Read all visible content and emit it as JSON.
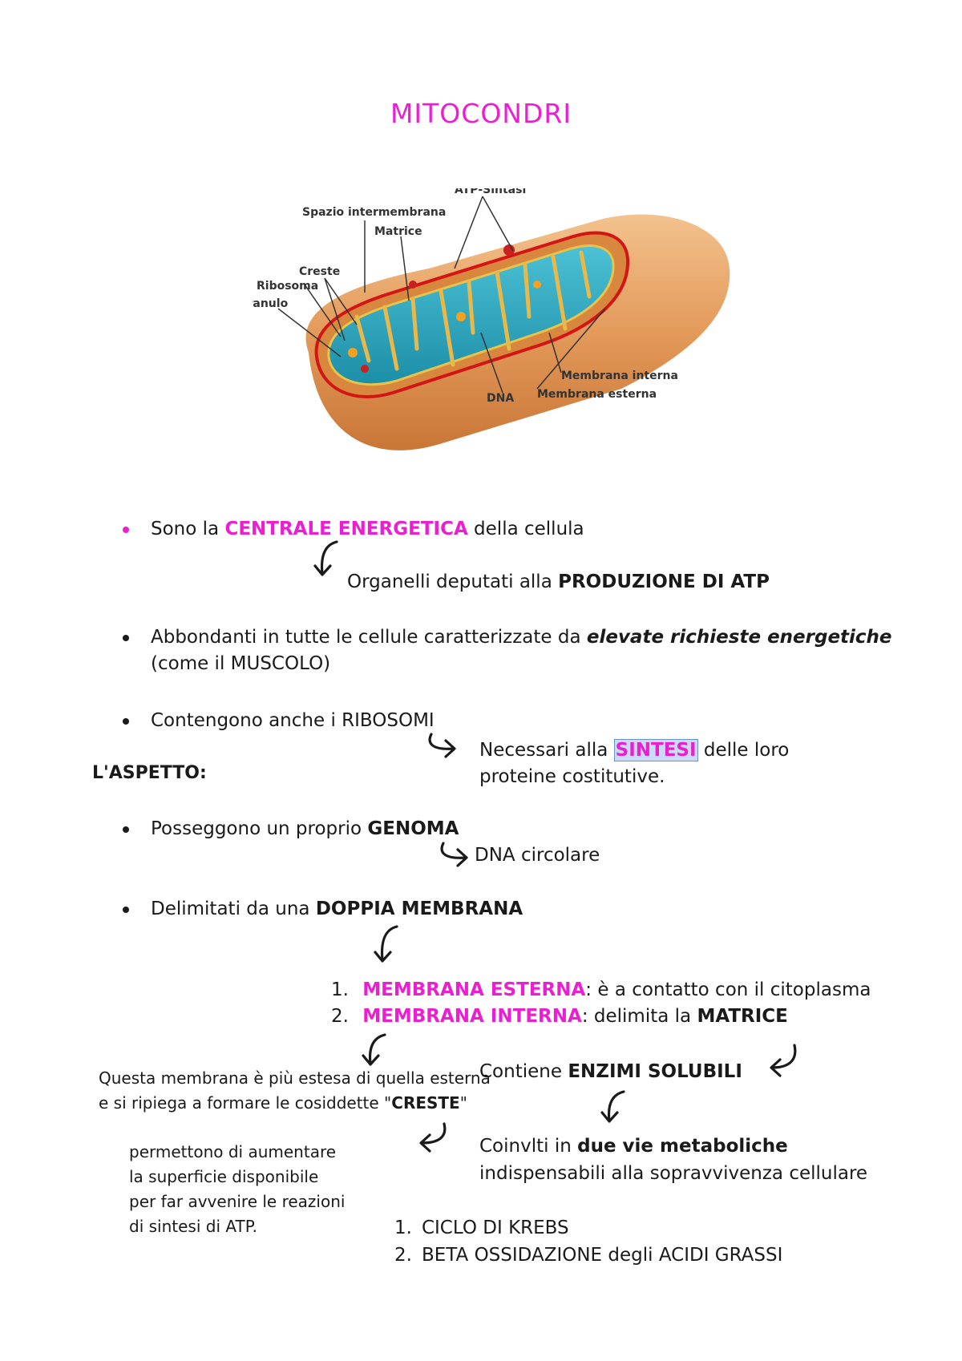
{
  "title": "MITOCONDRI",
  "diagram": {
    "labels": {
      "atp_sintasi": "ATP-Sintasi",
      "spazio": "Spazio intermembrana",
      "matrice": "Matrice",
      "creste": "Creste",
      "ribosoma": "Ribosoma",
      "granulo": "Granulo",
      "membrana_interna": "Membrana interna",
      "membrana_esterna": "Membrana esterna",
      "dna": "DNA"
    }
  },
  "b1": {
    "pre": "Sono la ",
    "hl": "CENTRALE ENERGETICA",
    "post": " della cellula"
  },
  "b1_sub": {
    "pre": "Organelli deputati alla ",
    "bold": "PRODUZIONE DI ATP"
  },
  "b2": {
    "pre": "Abbondanti in tutte le cellule caratterizzate da ",
    "bold": "elevate richieste energetiche",
    "line2": "(come il MUSCOLO)"
  },
  "b3": {
    "text": "Contengono anche i RIBOSOMI"
  },
  "b3_sub": {
    "pre": "Necessari alla ",
    "hl": "SINTESI",
    "post": " delle loro",
    "line2": "proteine costitutive."
  },
  "aspetto": "L'ASPETTO:",
  "b4": {
    "pre": "Posseggono un proprio ",
    "bold": "GENOMA"
  },
  "b4_sub": "DNA circolare",
  "b5": {
    "pre": "Delimitati da una ",
    "bold": "DOPPIA MEMBRANA"
  },
  "membrane_list": [
    {
      "num": "1.",
      "name": "MEMBRANA ESTERNA",
      "desc": ": è a contatto con il citoplasma",
      "desc_bold": ""
    },
    {
      "num": "2.",
      "name": "MEMBRANA INTERNA",
      "desc": ": delimita la ",
      "desc_bold": "MATRICE"
    }
  ],
  "left_note": {
    "line1": "Questa membrana è più estesa di quella esterna",
    "line2_pre": "e si ripiega a formare le cosiddette \"",
    "line2_bold": "CRESTE",
    "line2_post": "\""
  },
  "left_note2": [
    "permettono di aumentare",
    "la superficie disponibile",
    "per far avvenire le reazioni",
    "di sintesi di ATP."
  ],
  "right_note": {
    "pre": "Contiene ",
    "bold": "ENZIMI SOLUBILI"
  },
  "right_note2": {
    "pre": "Coinvlti in ",
    "bold": "due vie metaboliche",
    "line2": "indispensabili alla sopravvivenza cellulare"
  },
  "pathways": [
    {
      "num": "1.",
      "text": "CICLO DI KREBS"
    },
    {
      "num": "2.",
      "text": "BETA OSSIDAZIONE degli ACIDI GRASSI"
    }
  ]
}
